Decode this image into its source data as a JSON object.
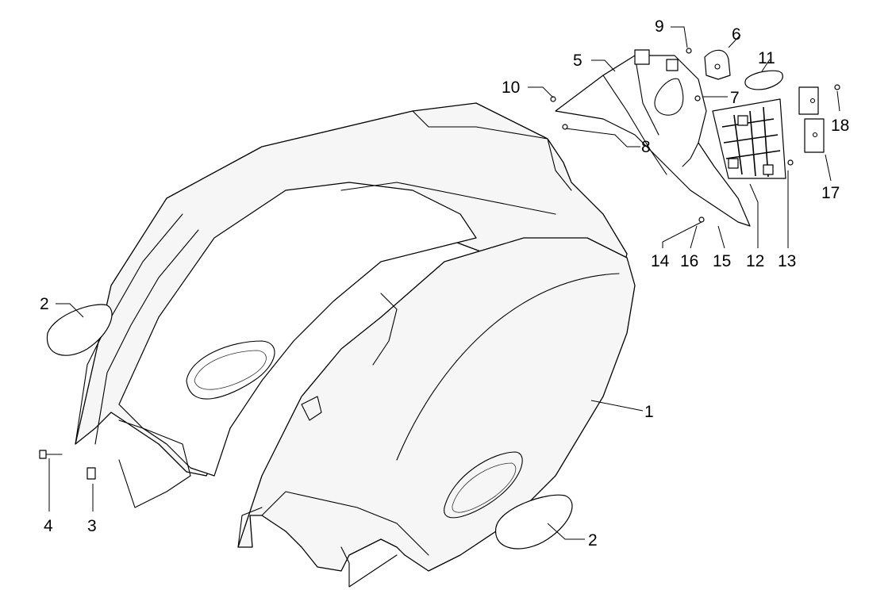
{
  "diagram": {
    "callouts": [
      {
        "id": "c1",
        "text": "1"
      },
      {
        "id": "c2a",
        "text": "2"
      },
      {
        "id": "c2b",
        "text": "2"
      },
      {
        "id": "c3",
        "text": "3"
      },
      {
        "id": "c4",
        "text": "4"
      },
      {
        "id": "c5",
        "text": "5"
      },
      {
        "id": "c6",
        "text": "6"
      },
      {
        "id": "c7",
        "text": "7"
      },
      {
        "id": "c8",
        "text": "8"
      },
      {
        "id": "c9",
        "text": "9"
      },
      {
        "id": "c10",
        "text": "10"
      },
      {
        "id": "c11",
        "text": "11"
      },
      {
        "id": "c12",
        "text": "12"
      },
      {
        "id": "c13",
        "text": "13"
      },
      {
        "id": "c14",
        "text": "14"
      },
      {
        "id": "c15",
        "text": "15"
      },
      {
        "id": "c16",
        "text": "16"
      },
      {
        "id": "c17",
        "text": "17"
      },
      {
        "id": "c18",
        "text": "18"
      }
    ]
  }
}
